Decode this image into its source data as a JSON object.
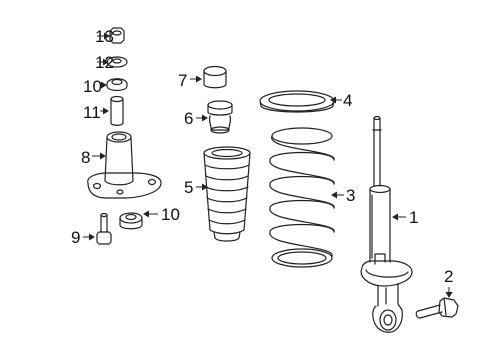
{
  "diagram": {
    "callouts": [
      {
        "key": "c13",
        "label": "13"
      },
      {
        "key": "c12",
        "label": "12"
      },
      {
        "key": "c10a",
        "label": "10"
      },
      {
        "key": "c11",
        "label": "11"
      },
      {
        "key": "c8",
        "label": "8"
      },
      {
        "key": "c9",
        "label": "9"
      },
      {
        "key": "c10b",
        "label": "10"
      },
      {
        "key": "c7",
        "label": "7"
      },
      {
        "key": "c6",
        "label": "6"
      },
      {
        "key": "c5",
        "label": "5"
      },
      {
        "key": "c4",
        "label": "4"
      },
      {
        "key": "c3",
        "label": "3"
      },
      {
        "key": "c1",
        "label": "1"
      },
      {
        "key": "c2",
        "label": "2"
      }
    ]
  }
}
